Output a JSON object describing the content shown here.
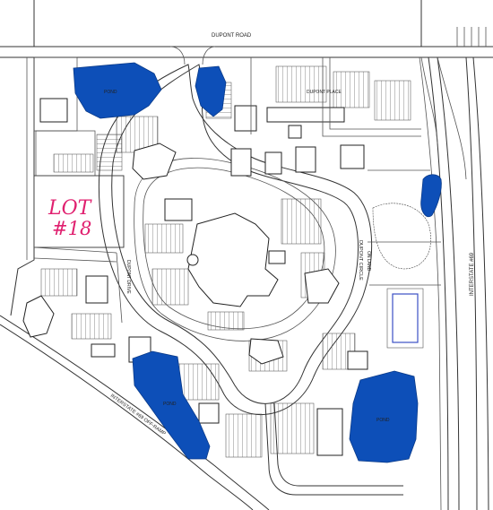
{
  "map": {
    "road_labels": {
      "north": "DUPONT ROAD",
      "circle": "DUPONT CIRCLE",
      "circle_dir": "ON LAND",
      "interstate": "INTERSTATE #69",
      "ramp": "INTERSTATE #69 OFF-RAMP",
      "west_drive": "DUPONT DRIVE",
      "place": "DUPONT PLACE"
    },
    "pond_labels": {
      "pond1": "POND",
      "pond2": "POND",
      "pond3": "POND"
    },
    "lot_label": {
      "line1": "LOT",
      "line2": "#18"
    },
    "colors": {
      "pond": "#0d4fb8",
      "handwriting": "#e0206f",
      "lines": "#333333",
      "field_outline": "#3b4fc4"
    }
  }
}
